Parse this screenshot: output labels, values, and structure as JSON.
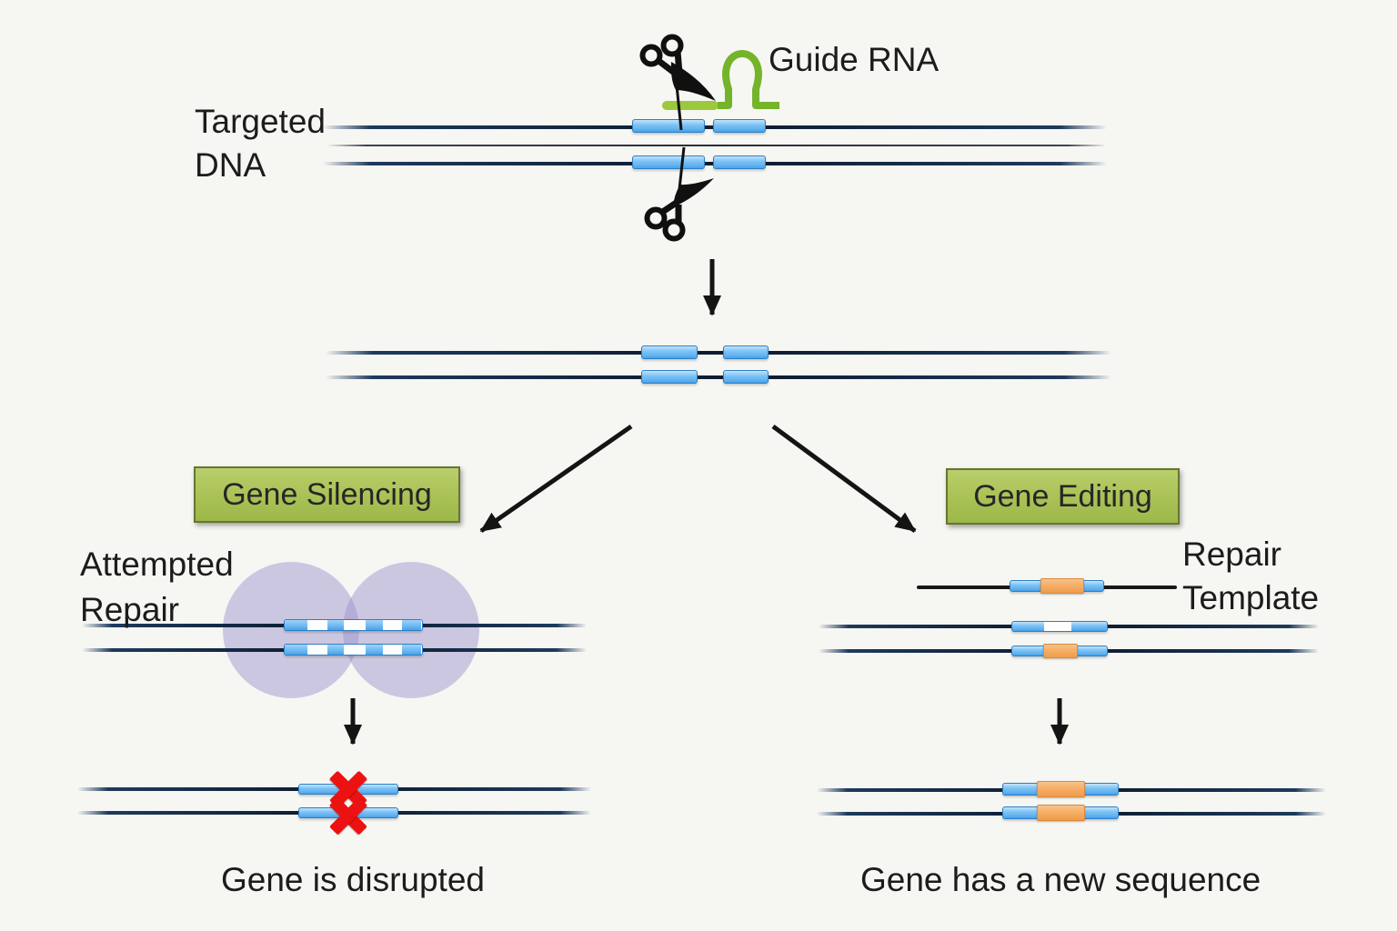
{
  "diagram": {
    "labels": {
      "targeted_dna_line1": "Targeted",
      "targeted_dna_line2": "DNA",
      "guide_rna": "Guide RNA",
      "gene_silencing": "Gene Silencing",
      "gene_editing": "Gene Editing",
      "attempted_repair_line1": "Attempted",
      "attempted_repair_line2": "Repair",
      "repair_template_line1": "Repair",
      "repair_template_line2": "Template",
      "result_silencing": "Gene is disrupted",
      "result_editing": "Gene has a new sequence"
    },
    "colors": {
      "background": "#f6f6f3",
      "dna_strand": "#0d1d31",
      "segment_blue": "#62b3f1",
      "segment_border": "#2e7fc2",
      "guide_rna_green": "#74b42a",
      "guide_rna_bar_green": "#9cc83c",
      "label_box_green": "#a9c155",
      "label_box_border": "#67752f",
      "repair_complex_purple": "#978ecd",
      "insert_orange": "#f4a95f",
      "insert_white": "#ffffff",
      "disruption_red": "#ec1212",
      "arrow_black": "#141414",
      "text_black": "#1c1c1c"
    },
    "icons": {
      "scissors_top": "scissors-icon",
      "scissors_bottom": "scissors-icon",
      "guide_rna_loop": "rna-hairpin-loop-icon",
      "x_mark": "x-mark-icon",
      "arrows": "arrow-icon",
      "repair_complex": "repair-complex-blob"
    }
  }
}
